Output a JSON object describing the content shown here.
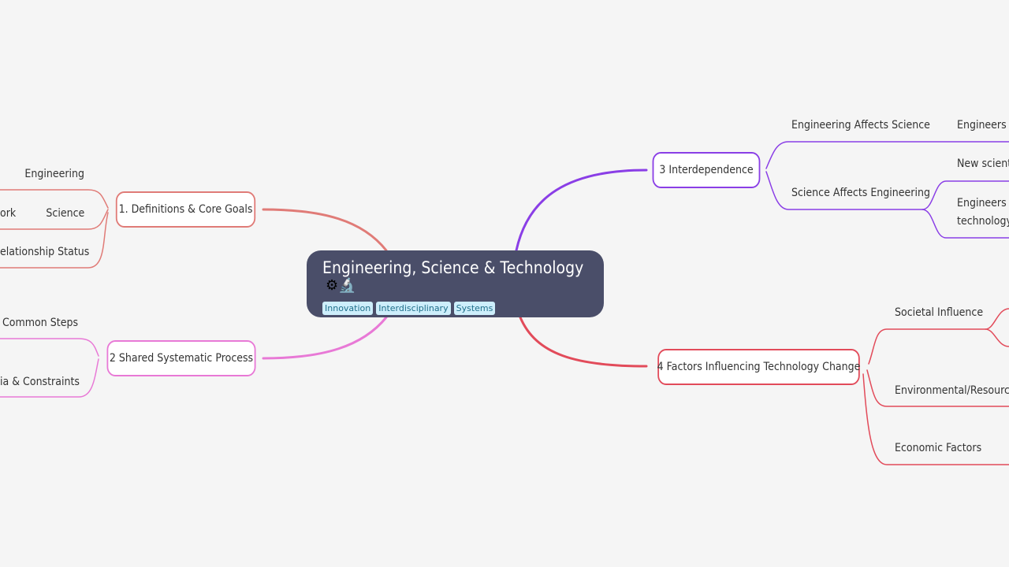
{
  "root": {
    "title": "Engineering, Science & Technology",
    "icons": "⚙🔬",
    "tags": [
      "Innovation",
      "Interdisciplinary",
      "Systems"
    ]
  },
  "colors": {
    "background": "#f5f5f5",
    "root": "#4a4e69",
    "branch1": "#e07b77",
    "branch2": "#e879d6",
    "branch3": "#8a3ee6",
    "branch4": "#e24b5a"
  },
  "branches": {
    "definitions": {
      "label": "1. Definitions & Core Goals",
      "children": [
        "Engineering",
        "Science",
        "ork",
        "elationship Status"
      ]
    },
    "process": {
      "label": "2 Shared Systematic Process",
      "children": [
        "Common Steps",
        "ia & Constraints"
      ]
    },
    "interdependence": {
      "label": "3 Interdependence",
      "children": [
        "Engineering Affects Science",
        "Science Affects Engineering"
      ],
      "grandchildren": [
        "Engineers c",
        "New scient",
        "Engineers a",
        "technology"
      ]
    },
    "factors": {
      "label": "4 Factors Influencing Technology Change",
      "children": [
        "Societal Influence",
        "Environmental/Resource",
        "Economic Factors"
      ]
    }
  }
}
